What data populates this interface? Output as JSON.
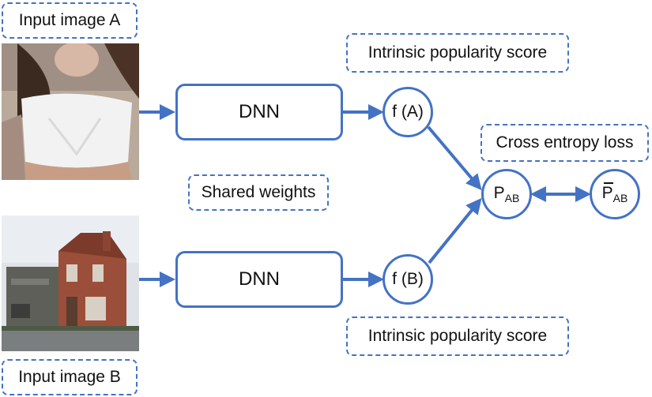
{
  "inputs": {
    "a_label": "Input image A",
    "b_label": "Input image B"
  },
  "dnn": {
    "top_label": "DNN",
    "bottom_label": "DNN"
  },
  "shared_weights": "Shared weights",
  "scores": {
    "top": "Intrinsic popularity score",
    "bottom": "Intrinsic popularity score"
  },
  "nodes": {
    "fa": "f (A)",
    "fb": "f (B)",
    "p_main": "P",
    "p_sub": "AB",
    "pbar_main": "P",
    "pbar_sub": "AB"
  },
  "loss_label": "Cross entropy loss",
  "colors": {
    "accent": "#4472c4",
    "text": "#111111"
  },
  "icons": {
    "photo_a": "fashion-photo-white-top",
    "photo_b": "house-brick-photo"
  }
}
